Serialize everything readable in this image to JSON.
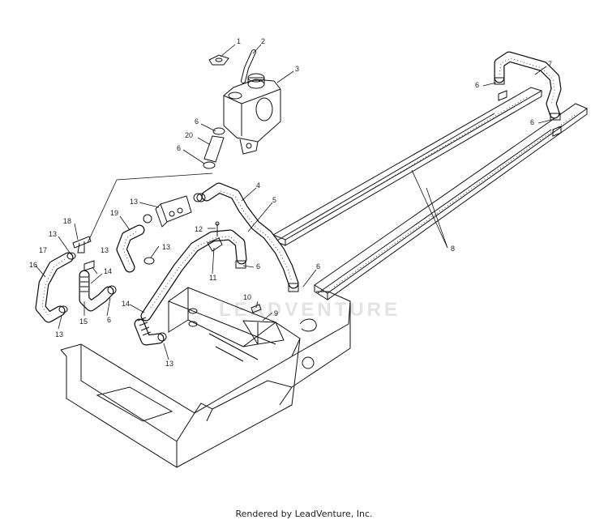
{
  "diagram": {
    "watermark": "LEADVENTURE",
    "callouts": [
      {
        "id": "c1",
        "text": "1"
      },
      {
        "id": "c2",
        "text": "2"
      },
      {
        "id": "c3",
        "text": "3"
      },
      {
        "id": "c4",
        "text": "4"
      },
      {
        "id": "c5",
        "text": "5"
      },
      {
        "id": "c6a",
        "text": "6"
      },
      {
        "id": "c6b",
        "text": "6"
      },
      {
        "id": "c6c",
        "text": "6"
      },
      {
        "id": "c6d",
        "text": "6"
      },
      {
        "id": "c6e",
        "text": "6"
      },
      {
        "id": "c6f",
        "text": "6"
      },
      {
        "id": "c6g",
        "text": "6"
      },
      {
        "id": "c7",
        "text": "7"
      },
      {
        "id": "c8",
        "text": "8"
      },
      {
        "id": "c9",
        "text": "9"
      },
      {
        "id": "c10",
        "text": "10"
      },
      {
        "id": "c11",
        "text": "11"
      },
      {
        "id": "c12",
        "text": "12"
      },
      {
        "id": "c13a",
        "text": "13"
      },
      {
        "id": "c13b",
        "text": "13"
      },
      {
        "id": "c13c",
        "text": "13"
      },
      {
        "id": "c13d",
        "text": "13"
      },
      {
        "id": "c13e",
        "text": "13"
      },
      {
        "id": "c13f",
        "text": "13"
      },
      {
        "id": "c14a",
        "text": "14"
      },
      {
        "id": "c14b",
        "text": "14"
      },
      {
        "id": "c15",
        "text": "15"
      },
      {
        "id": "c16",
        "text": "16"
      },
      {
        "id": "c17",
        "text": "17"
      },
      {
        "id": "c18",
        "text": "18"
      },
      {
        "id": "c19",
        "text": "19"
      },
      {
        "id": "c20",
        "text": "20"
      }
    ]
  },
  "footer": {
    "text": "Rendered by LeadVenture, Inc."
  }
}
